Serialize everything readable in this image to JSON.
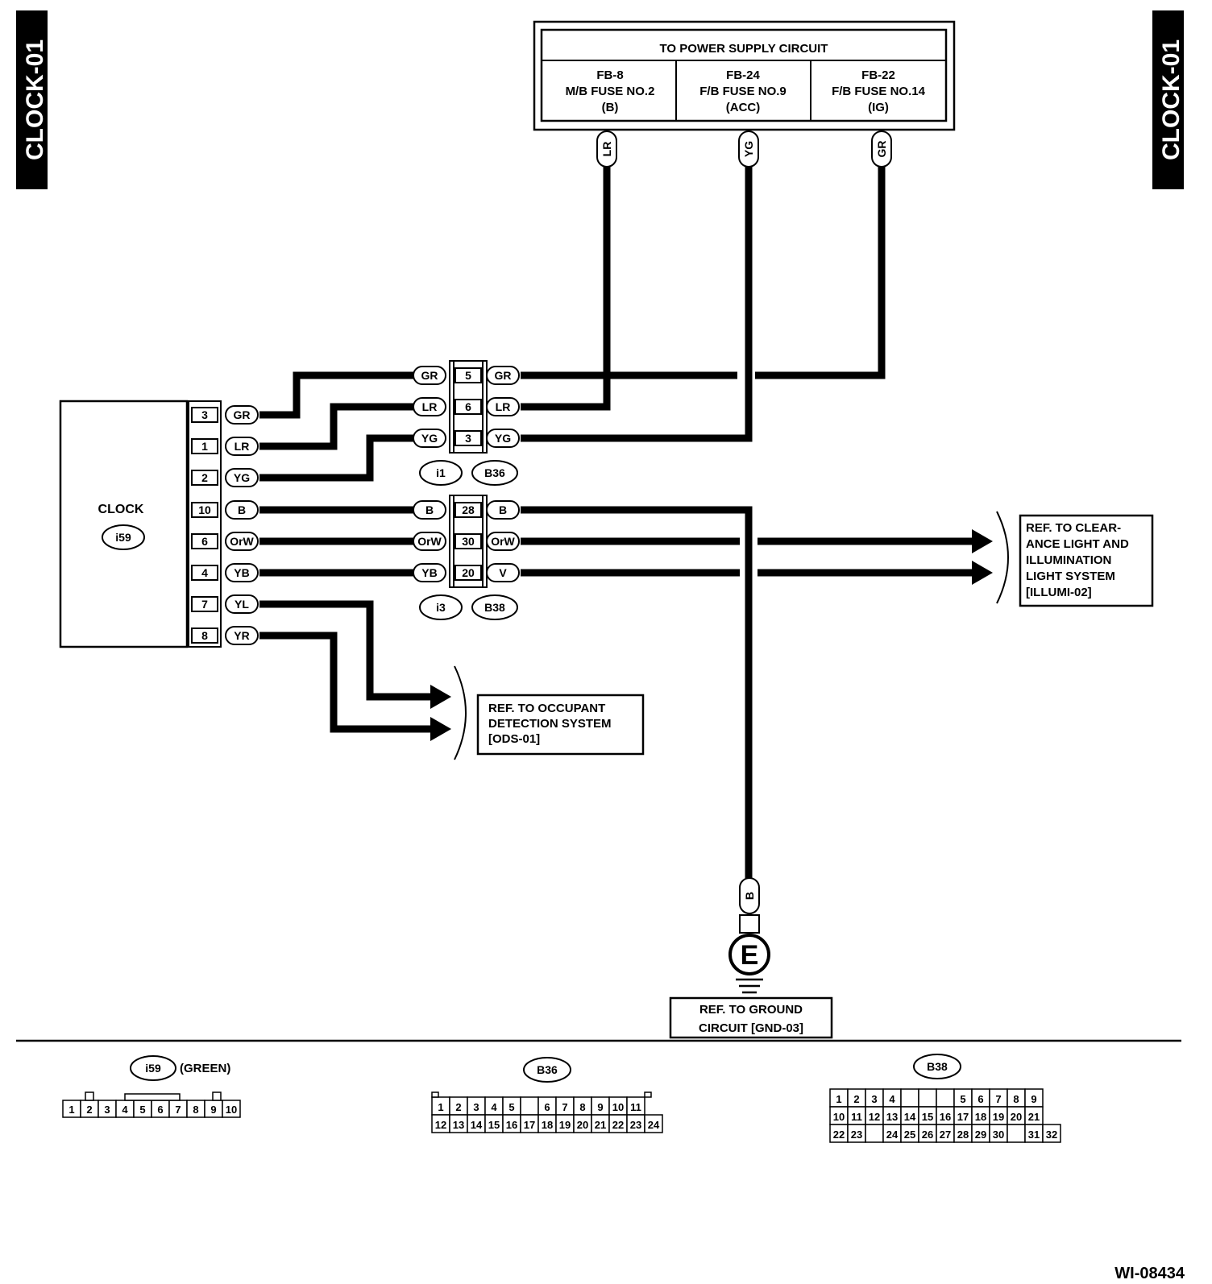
{
  "side_tabs": {
    "left": "CLOCK-01",
    "right": "CLOCK-01"
  },
  "power_supply": {
    "title": "TO POWER SUPPLY CIRCUIT",
    "columns": [
      {
        "line1": "FB-8",
        "line2": "M/B FUSE NO.2",
        "line3": "(B)"
      },
      {
        "line1": "FB-24",
        "line2": "F/B FUSE NO.9",
        "line3": "(ACC)"
      },
      {
        "line1": "FB-22",
        "line2": "F/B FUSE NO.14",
        "line3": "(IG)"
      }
    ],
    "wires": [
      "LR",
      "YG",
      "GR"
    ]
  },
  "clock": {
    "label": "CLOCK",
    "connector": "i59",
    "pins": [
      {
        "pin": "3",
        "color": "GR"
      },
      {
        "pin": "1",
        "color": "LR"
      },
      {
        "pin": "2",
        "color": "YG"
      },
      {
        "pin": "10",
        "color": "B"
      },
      {
        "pin": "6",
        "color": "OrW"
      },
      {
        "pin": "4",
        "color": "YB"
      },
      {
        "pin": "7",
        "color": "YL"
      },
      {
        "pin": "8",
        "color": "YR"
      }
    ]
  },
  "junction_upper": {
    "rows": [
      {
        "left": "GR",
        "pin": "5",
        "right": "GR"
      },
      {
        "left": "LR",
        "pin": "6",
        "right": "LR"
      },
      {
        "left": "YG",
        "pin": "3",
        "right": "YG"
      }
    ],
    "connectors": [
      "i1",
      "B36"
    ]
  },
  "junction_lower": {
    "rows": [
      {
        "left": "B",
        "pin": "28",
        "right": "B"
      },
      {
        "left": "OrW",
        "pin": "30",
        "right": "OrW"
      },
      {
        "left": "YB",
        "pin": "20",
        "right": "V"
      }
    ],
    "connectors": [
      "i3",
      "B38"
    ]
  },
  "ref_illumination": [
    "REF. TO CLEAR-",
    "ANCE LIGHT AND",
    "ILLUMINATION",
    "LIGHT SYSTEM",
    "[ILLUMI-02]"
  ],
  "ref_occupant": [
    "REF. TO OCCUPANT",
    "DETECTION SYSTEM",
    "[ODS-01]"
  ],
  "ground": {
    "wire": "B",
    "symbol": "E",
    "ref": [
      "REF. TO GROUND",
      "CIRCUIT [GND-03]"
    ]
  },
  "connector_views": {
    "i59": {
      "name": "i59",
      "note": "(GREEN)",
      "pins": [
        "1",
        "2",
        "3",
        "4",
        "5",
        "6",
        "7",
        "8",
        "9",
        "10"
      ]
    },
    "B36": {
      "name": "B36",
      "row1": [
        "1",
        "2",
        "3",
        "4",
        "5",
        "",
        "6",
        "7",
        "8",
        "9",
        "10",
        "11"
      ],
      "row2": [
        "12",
        "13",
        "14",
        "15",
        "16",
        "17",
        "18",
        "19",
        "20",
        "21",
        "22",
        "23",
        "24"
      ]
    },
    "B38": {
      "name": "B38",
      "row1": [
        "1",
        "2",
        "3",
        "4",
        "",
        "",
        "",
        "5",
        "6",
        "7",
        "8",
        "9"
      ],
      "row2": [
        "10",
        "11",
        "12",
        "13",
        "14",
        "15",
        "16",
        "17",
        "18",
        "19",
        "20",
        "21"
      ],
      "row3": [
        "22",
        "23",
        "",
        "24",
        "25",
        "26",
        "27",
        "28",
        "29",
        "30",
        "",
        "31",
        "32"
      ]
    }
  },
  "figure_id": "WI-08434"
}
